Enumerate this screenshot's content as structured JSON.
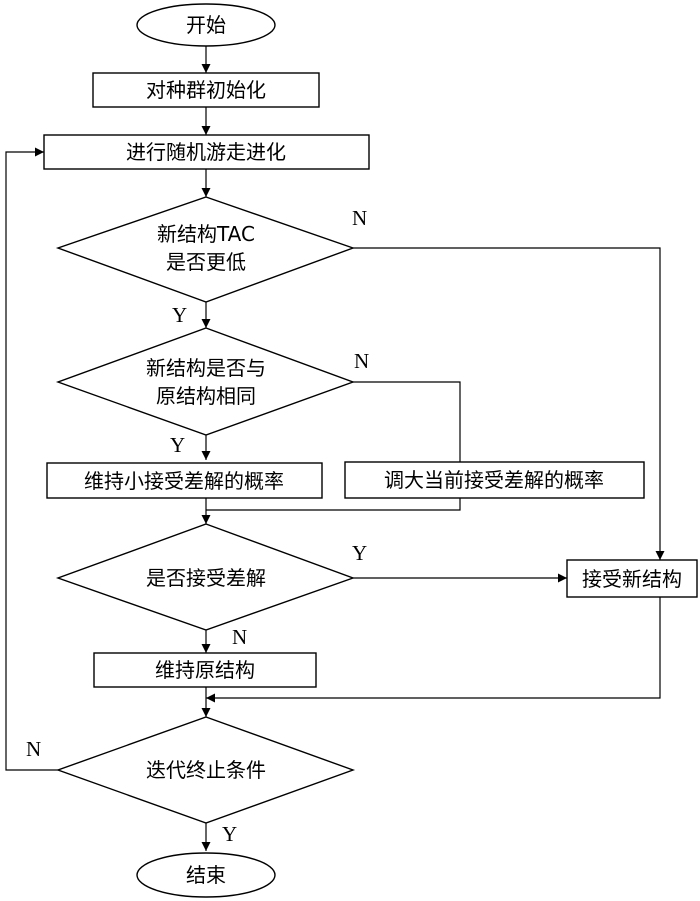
{
  "nodes": {
    "start": "开始",
    "init": "对种群初始化",
    "random_walk": "进行随机游走进化",
    "tac_line1": "新结构TAC",
    "tac_line2": "是否更低",
    "same_line1": "新结构是否与",
    "same_line2": "原结构相同",
    "keep_small": "维持小接受差解的概率",
    "raise_prob": "调大当前接受差解的概率",
    "accept_worse": "是否接受差解",
    "accept_new": "接受新结构",
    "keep_original": "维持原结构",
    "iteration": "迭代终止条件",
    "end": "结束"
  },
  "labels": {
    "yes": "Y",
    "no": "N"
  }
}
